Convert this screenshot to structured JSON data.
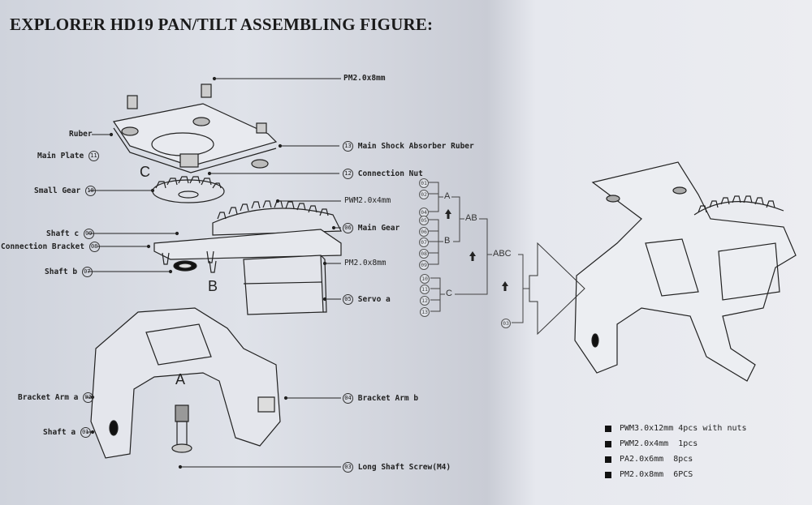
{
  "title": "EXPLORER HD19 PAN/TILT ASSEMBLING FIGURE:",
  "labels": {
    "ruber": "Ruber",
    "main_plate": "Main Plate",
    "main_plate_num": "11",
    "small_gear": "Small Gear",
    "small_gear_num": "10",
    "shaft_c": "Shaft c",
    "shaft_c_num": "09",
    "connection_bracket": "Connection Bracket",
    "connection_bracket_num": "08",
    "shaft_b": "Shaft b",
    "shaft_b_num": "07",
    "bracket_arm_a": "Bracket Arm a",
    "bracket_arm_a_num": "02",
    "shaft_a": "Shaft a",
    "shaft_a_num": "01",
    "pm_top": "PM2.0x8mm",
    "main_shock": "Main Shock Absorber Ruber",
    "main_shock_num": "13",
    "connection_nut": "Connection Nut",
    "connection_nut_num": "12",
    "pwm_gear": "PWM2.0x4mm",
    "main_gear": "Main Gear",
    "main_gear_num": "06",
    "pm_servo": "PM2.0x8mm",
    "servo_a": "Servo a",
    "servo_a_num": "05",
    "bracket_arm_b": "Bracket Arm b",
    "bracket_arm_b_num": "04",
    "long_shaft": "Long Shaft Screw(M4)",
    "long_shaft_num": "03"
  },
  "group_letters": {
    "a": "A",
    "b": "B",
    "c": "C"
  },
  "sequence": {
    "group_a": {
      "label": "A",
      "parts": [
        "01",
        "02",
        "04"
      ]
    },
    "group_b": {
      "label": "B",
      "parts": [
        "05",
        "06",
        "07",
        "08",
        "09"
      ]
    },
    "group_c": {
      "label": "C",
      "parts": [
        "10",
        "11",
        "12",
        "13"
      ]
    },
    "ab": "AB",
    "abc": "ABC",
    "final_part": "03",
    "arrow_icon": "up-arrow"
  },
  "parts_list": [
    {
      "text": "PWM3.0x12mm 4pcs with nuts"
    },
    {
      "text": "PWM2.0x4mm  1pcs"
    },
    {
      "text": "PA2.0x6mm  8pcs"
    },
    {
      "text": "PM2.0x8mm  6PCS"
    }
  ]
}
